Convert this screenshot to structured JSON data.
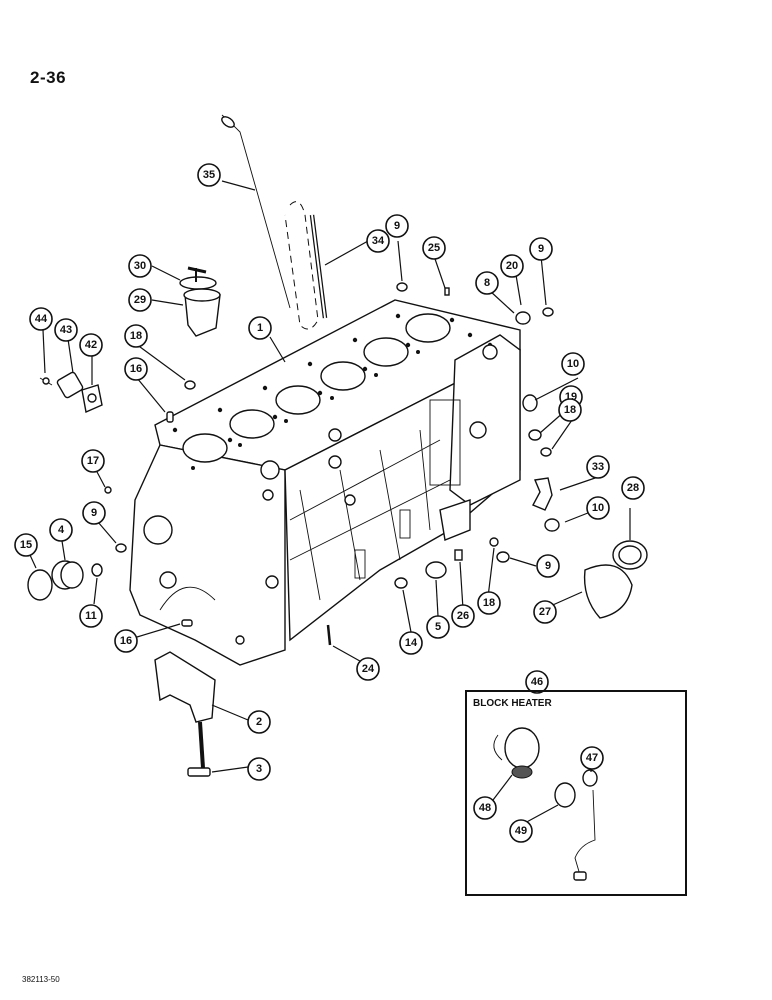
{
  "page": {
    "number": "2-36",
    "code": "382113-50"
  },
  "inset": {
    "title": "BLOCK HEATER",
    "callout": "46"
  },
  "callouts": {
    "c1": "1",
    "c2": "2",
    "c3": "3",
    "c4": "4",
    "c5": "5",
    "c8": "8",
    "c9a": "9",
    "c9b": "9",
    "c9c": "9",
    "c9d": "9",
    "c10a": "10",
    "c10b": "10",
    "c11": "11",
    "c14": "14",
    "c15": "15",
    "c16a": "16",
    "c16b": "16",
    "c17": "17",
    "c18a": "18",
    "c18b": "18",
    "c18c": "18",
    "c19": "19",
    "c20": "20",
    "c24": "24",
    "c25": "25",
    "c26": "26",
    "c27": "27",
    "c28": "28",
    "c29": "29",
    "c30": "30",
    "c33": "33",
    "c34": "34",
    "c35": "35",
    "c42": "42",
    "c43": "43",
    "c44": "44",
    "c47": "47",
    "c48": "48",
    "c49": "49"
  }
}
